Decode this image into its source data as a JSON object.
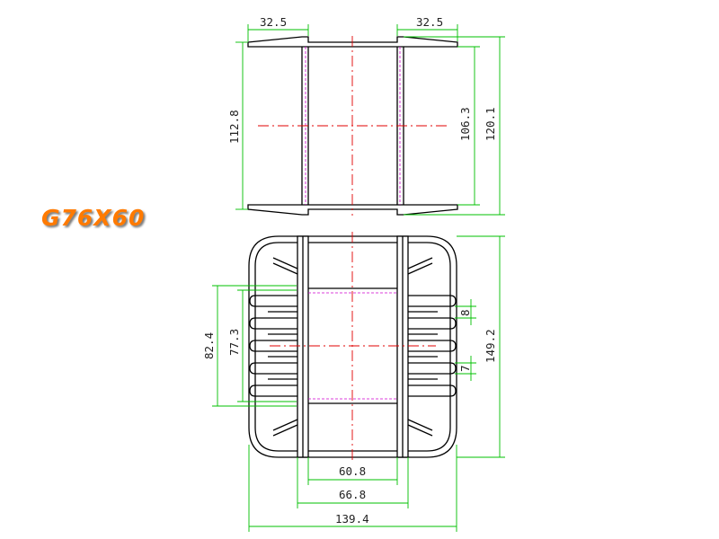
{
  "model": "G76X60",
  "colors": {
    "outline": "#000000",
    "dimension": "#00c000",
    "centerline": "#e00000",
    "hidden": "#d000d0",
    "label": "#ff7a00"
  },
  "dimensions": {
    "top_flange_left": "32.5",
    "top_flange_right": "32.5",
    "top_height_outer": "112.8",
    "top_height_inner": "106.3",
    "top_height_total": "120.1",
    "bottom_height_outer": "82.4",
    "bottom_height_inner": "77.3",
    "slot_pitch": "8",
    "slot_width": "7",
    "bottom_height_total": "149.2",
    "core_width_inner": "60.8",
    "core_width_outer": "66.8",
    "overall_width": "139.4"
  }
}
